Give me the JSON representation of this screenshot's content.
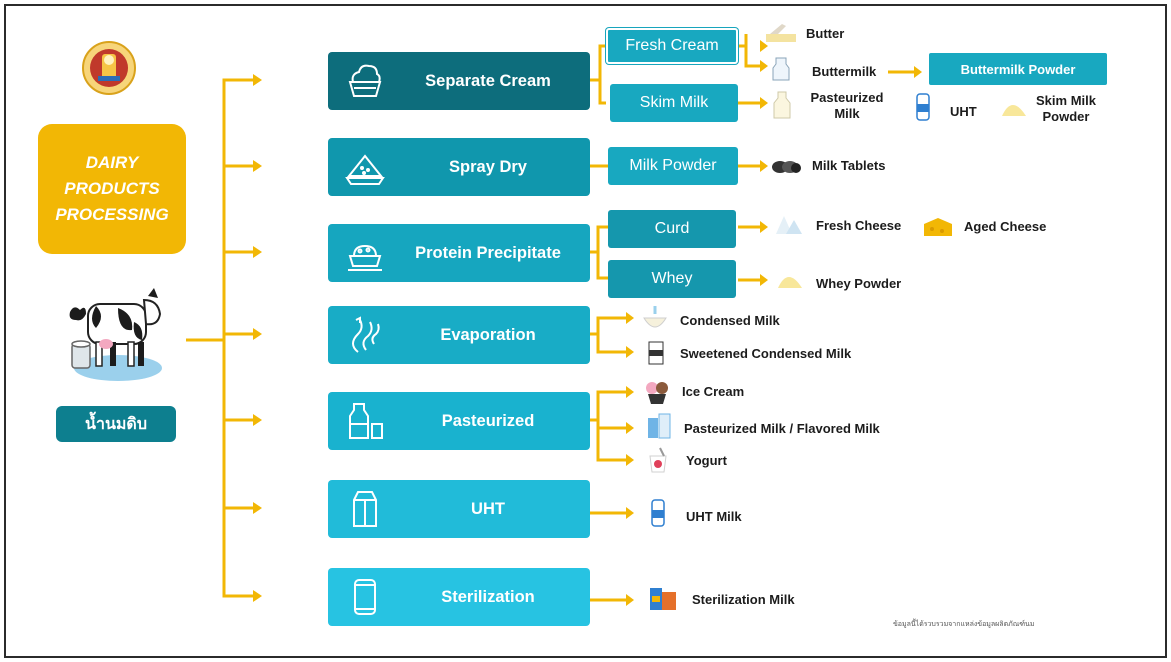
{
  "title": {
    "lines": [
      "DAIRY",
      "PRODUCTS",
      "PROCESSING"
    ]
  },
  "raw_milk_label": "น้ำนมดิบ",
  "colors": {
    "line": "#f2b705",
    "dark": "#0d6d7c",
    "mid": "#1097ad",
    "light": "#19b2cf",
    "bright": "#27c3e2",
    "title": "#f2b705"
  },
  "processes": [
    {
      "label": "Separate Cream",
      "icon": "ice-cream-bowl-icon"
    },
    {
      "label": "Spray Dry",
      "icon": "powder-pile-icon"
    },
    {
      "label": "Protein Precipitate",
      "icon": "cheese-bowl-icon"
    },
    {
      "label": "Evaporation",
      "icon": "steam-icon"
    },
    {
      "label": "Pasteurized",
      "icon": "milk-bottle-icon"
    },
    {
      "label": "UHT",
      "icon": "milk-carton-icon"
    },
    {
      "label": "Sterilization",
      "icon": "can-icon"
    }
  ],
  "intermediates": {
    "fresh_cream": "Fresh Cream",
    "skim_milk": "Skim Milk",
    "milk_powder": "Milk Powder",
    "curd": "Curd",
    "whey": "Whey"
  },
  "products": {
    "butter": "Butter",
    "buttermilk": "Buttermilk",
    "buttermilk_powder": "Buttermilk Powder",
    "pasteurized_milk": "Pasteurized Milk",
    "uht": "UHT",
    "skim_milk_powder": "Skim Milk Powder",
    "milk_tablets": "Milk Tablets",
    "fresh_cheese": "Fresh Cheese",
    "aged_cheese": "Aged Cheese",
    "whey_powder": "Whey Powder",
    "condensed_milk": "Condensed Milk",
    "sweetened_condensed_milk": "Sweetened Condensed Milk",
    "ice_cream": "Ice Cream",
    "pasteurized_flavored_milk": "Pasteurized Milk / Flavored Milk",
    "yogurt": "Yogurt",
    "uht_milk": "UHT Milk",
    "sterilization_milk": "Sterilization Milk"
  },
  "footnote": "ข้อมูลนี้ได้รวบรวมจากแหล่งข้อมูลผลิตภัณฑ์นม"
}
